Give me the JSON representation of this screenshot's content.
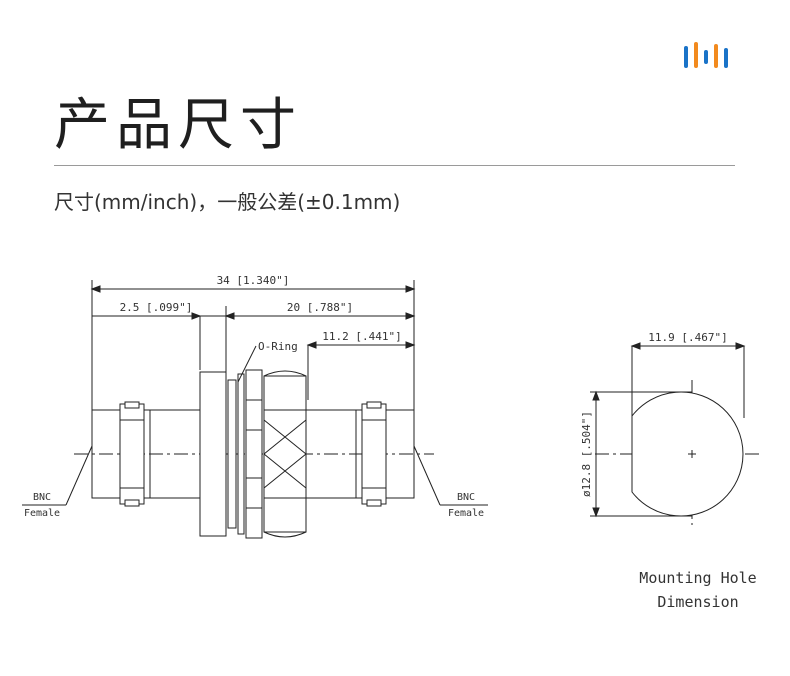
{
  "header": {
    "title": "产品尺寸",
    "subtitle": "尺寸(mm/inch)，一般公差(±0.1mm)",
    "logo_icon": "audio-bars-logo-icon",
    "logo_colors": [
      "#1a73c8",
      "#f28a1e"
    ]
  },
  "diagram": {
    "dim_overall": "34 [1.340\"]",
    "dim_flange": "2.5 [.099\"]",
    "dim_right_section": "20 [.788\"]",
    "dim_thread": "11.2 [.441\"]",
    "o_ring_label": "O-Ring",
    "left_label_1": "BNC",
    "left_label_2": "Female",
    "right_label_1": "BNC",
    "right_label_2": "Female",
    "hole_width": "11.9 [.467\"]",
    "hole_diameter": "ø12.8 [.504\"]",
    "caption_1": "Mounting Hole",
    "caption_2": "Dimension"
  }
}
